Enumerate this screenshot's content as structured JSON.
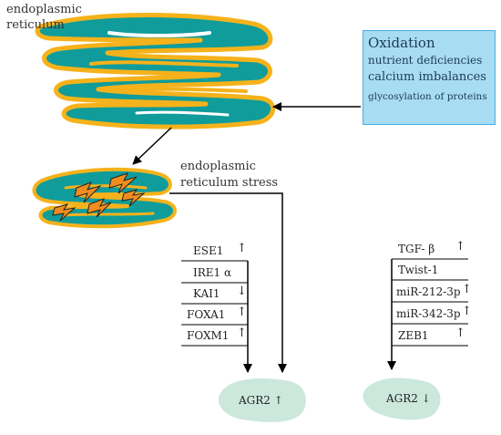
{
  "er_label": [
    "endoplasmic",
    "reticulum"
  ],
  "stress_label": [
    "endoplasmic",
    "reticulum stress"
  ],
  "causes": {
    "title": "Oxidation",
    "items": [
      "nutrient deficiencies",
      "calcium imbalances",
      "glycosylation of proteins"
    ]
  },
  "left_factors": [
    {
      "name": "ESE1",
      "change": "↑"
    },
    {
      "name": "IRE1 α",
      "change": ""
    },
    {
      "name": "KAI1",
      "change": "↓"
    },
    {
      "name": "FOXA1",
      "change": "↑"
    },
    {
      "name": "FOXM1",
      "change": "↑"
    }
  ],
  "right_factors": [
    {
      "name": "TGF- β",
      "change": "↑"
    },
    {
      "name": "Twist-1",
      "change": ""
    },
    {
      "name": "miR-212-3p",
      "change": "↑"
    },
    {
      "name": "miR-342-3p",
      "change": "↑"
    },
    {
      "name": "ZEB1",
      "change": "↑"
    }
  ],
  "outcomes": {
    "left": "AGR2 ↑",
    "right": "AGR2 ↓"
  },
  "colors": {
    "er_fill": "#0f9c9b",
    "er_outline": "#f5b21b",
    "cause_box": "#a8dcf2",
    "cause_border": "#49aee0",
    "blob": "#cce8dd",
    "bolt": "#f28c1e"
  }
}
